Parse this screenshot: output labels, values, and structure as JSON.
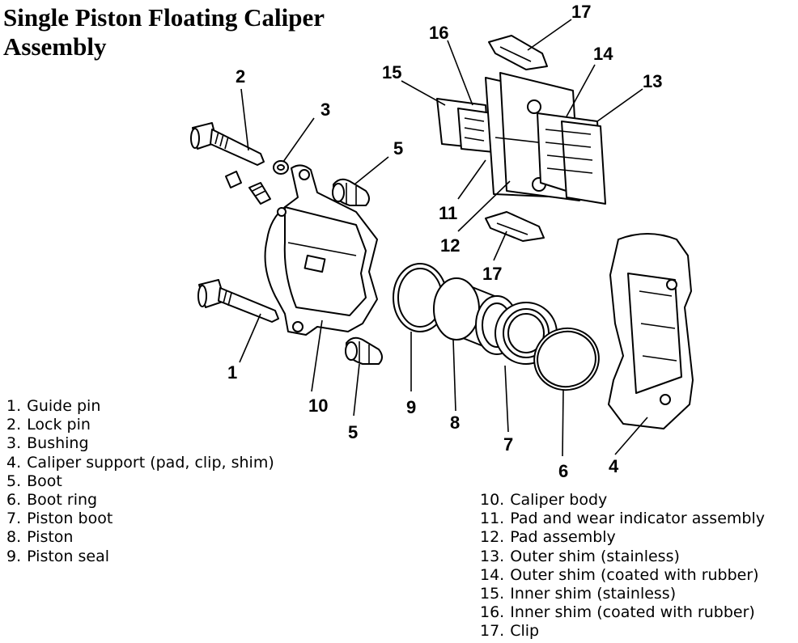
{
  "title": {
    "line1": "Single Piston Floating Caliper",
    "line2": "Assembly"
  },
  "callouts": [
    "1",
    "2",
    "3",
    "4",
    "5",
    "5",
    "6",
    "7",
    "8",
    "9",
    "10",
    "11",
    "12",
    "13",
    "14",
    "15",
    "16",
    "17",
    "17"
  ],
  "legend_left": [
    {
      "num": "1.",
      "label": "Guide pin"
    },
    {
      "num": "2.",
      "label": "Lock pin"
    },
    {
      "num": "3.",
      "label": "Bushing"
    },
    {
      "num": "4.",
      "label": "Caliper support (pad, clip, shim)"
    },
    {
      "num": "5.",
      "label": "Boot"
    },
    {
      "num": "6.",
      "label": "Boot ring"
    },
    {
      "num": "7.",
      "label": "Piston boot"
    },
    {
      "num": "8.",
      "label": "Piston"
    },
    {
      "num": "9.",
      "label": "Piston seal"
    }
  ],
  "legend_right": [
    {
      "num": "10.",
      "label": "Caliper body"
    },
    {
      "num": "11.",
      "label": "Pad and wear indicator assembly"
    },
    {
      "num": "12.",
      "label": "Pad assembly"
    },
    {
      "num": "13.",
      "label": "Outer shim (stainless)"
    },
    {
      "num": "14.",
      "label": "Outer shim (coated with rubber)"
    },
    {
      "num": "15.",
      "label": "Inner shim (stainless)"
    },
    {
      "num": "16.",
      "label": "Inner shim (coated with rubber)"
    },
    {
      "num": "17.",
      "label": "Clip"
    }
  ]
}
